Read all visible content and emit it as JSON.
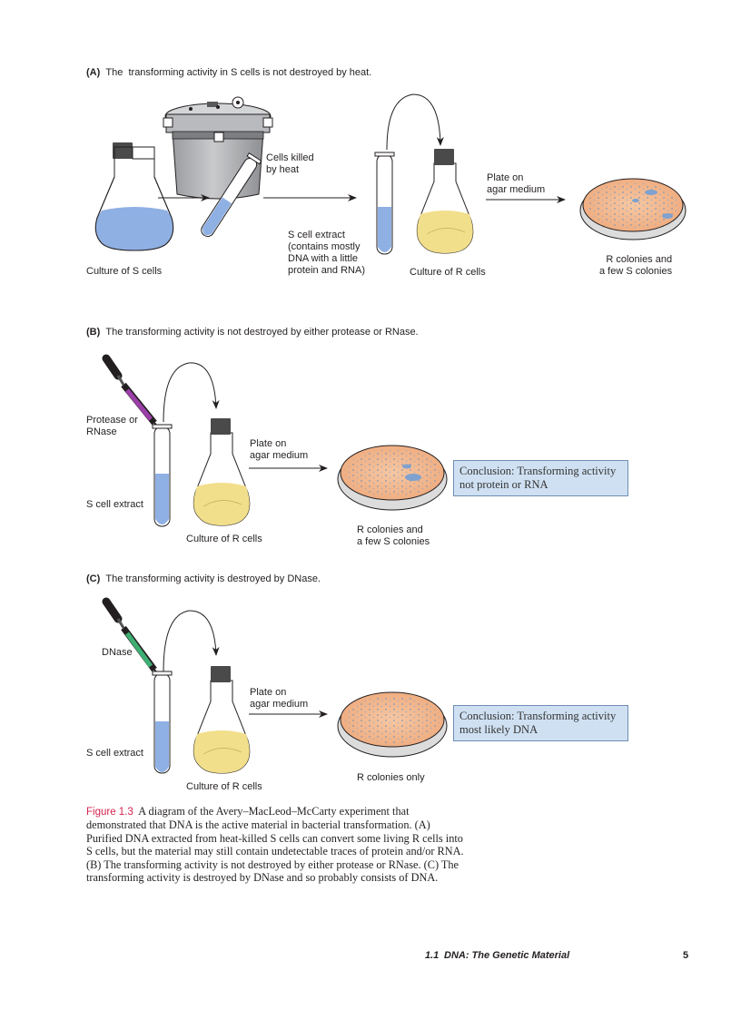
{
  "panels": {
    "a": {
      "letter": "(A)",
      "title": "The  transforming activity in S cells is not destroyed by heat.",
      "culture_s": "Culture of S cells",
      "cells_killed": "Cells killed\nby heat",
      "extract": "S cell extract\n(contains mostly\nDNA with a little\nprotein and RNA)",
      "culture_r": "Culture of R cells",
      "plate": "Plate on\nagar medium",
      "result": "R colonies and\na few S colonies"
    },
    "b": {
      "letter": "(B)",
      "title": "The transforming activity is not destroyed by either protease or RNase.",
      "enzyme": "Protease or\nRNase",
      "extract": "S cell extract",
      "plate": "Plate on\nagar medium",
      "culture_r": "Culture of R cells",
      "result": "R colonies and\na few S colonies",
      "conclusion": "Conclusion: Transforming activity\nnot protein or RNA"
    },
    "c": {
      "letter": "(C)",
      "title": "The transforming activity is destroyed by DNase.",
      "enzyme": "DNase",
      "plate": "Plate on\nagar medium",
      "extract": "S cell extract",
      "culture_r": "Culture of R cells",
      "result": "R colonies only",
      "conclusion": "Conclusion: Transforming activity\nmost likely DNA"
    }
  },
  "caption": {
    "figure_label": "Figure 1.3",
    "text": "A diagram of the Avery–MacLeod–McCarty experiment that demonstrated that DNA is the active material in bacterial transformation. (A) Purified DNA extracted from heat-killed S cells can convert some living R cells into S cells, but the material may still contain undetectable traces of protein and/or RNA. (B) The transforming activity is not destroyed by either protease or RNase. (C) The transforming activity is destroyed by DNase and so probably consists of DNA."
  },
  "footer": {
    "section": "1.1",
    "section_title": "DNA: The Genetic Material",
    "page_number": "5"
  },
  "colors": {
    "blue_culture": "#8fb0e3",
    "yellow_culture": "#f2df8c",
    "plate_agar": "#f0b58c",
    "protease_dropper": "#9b3fa8",
    "dnase_dropper": "#3fae73",
    "conclusion_box": "#cfe0f2",
    "figure_label": "#d6234d"
  }
}
